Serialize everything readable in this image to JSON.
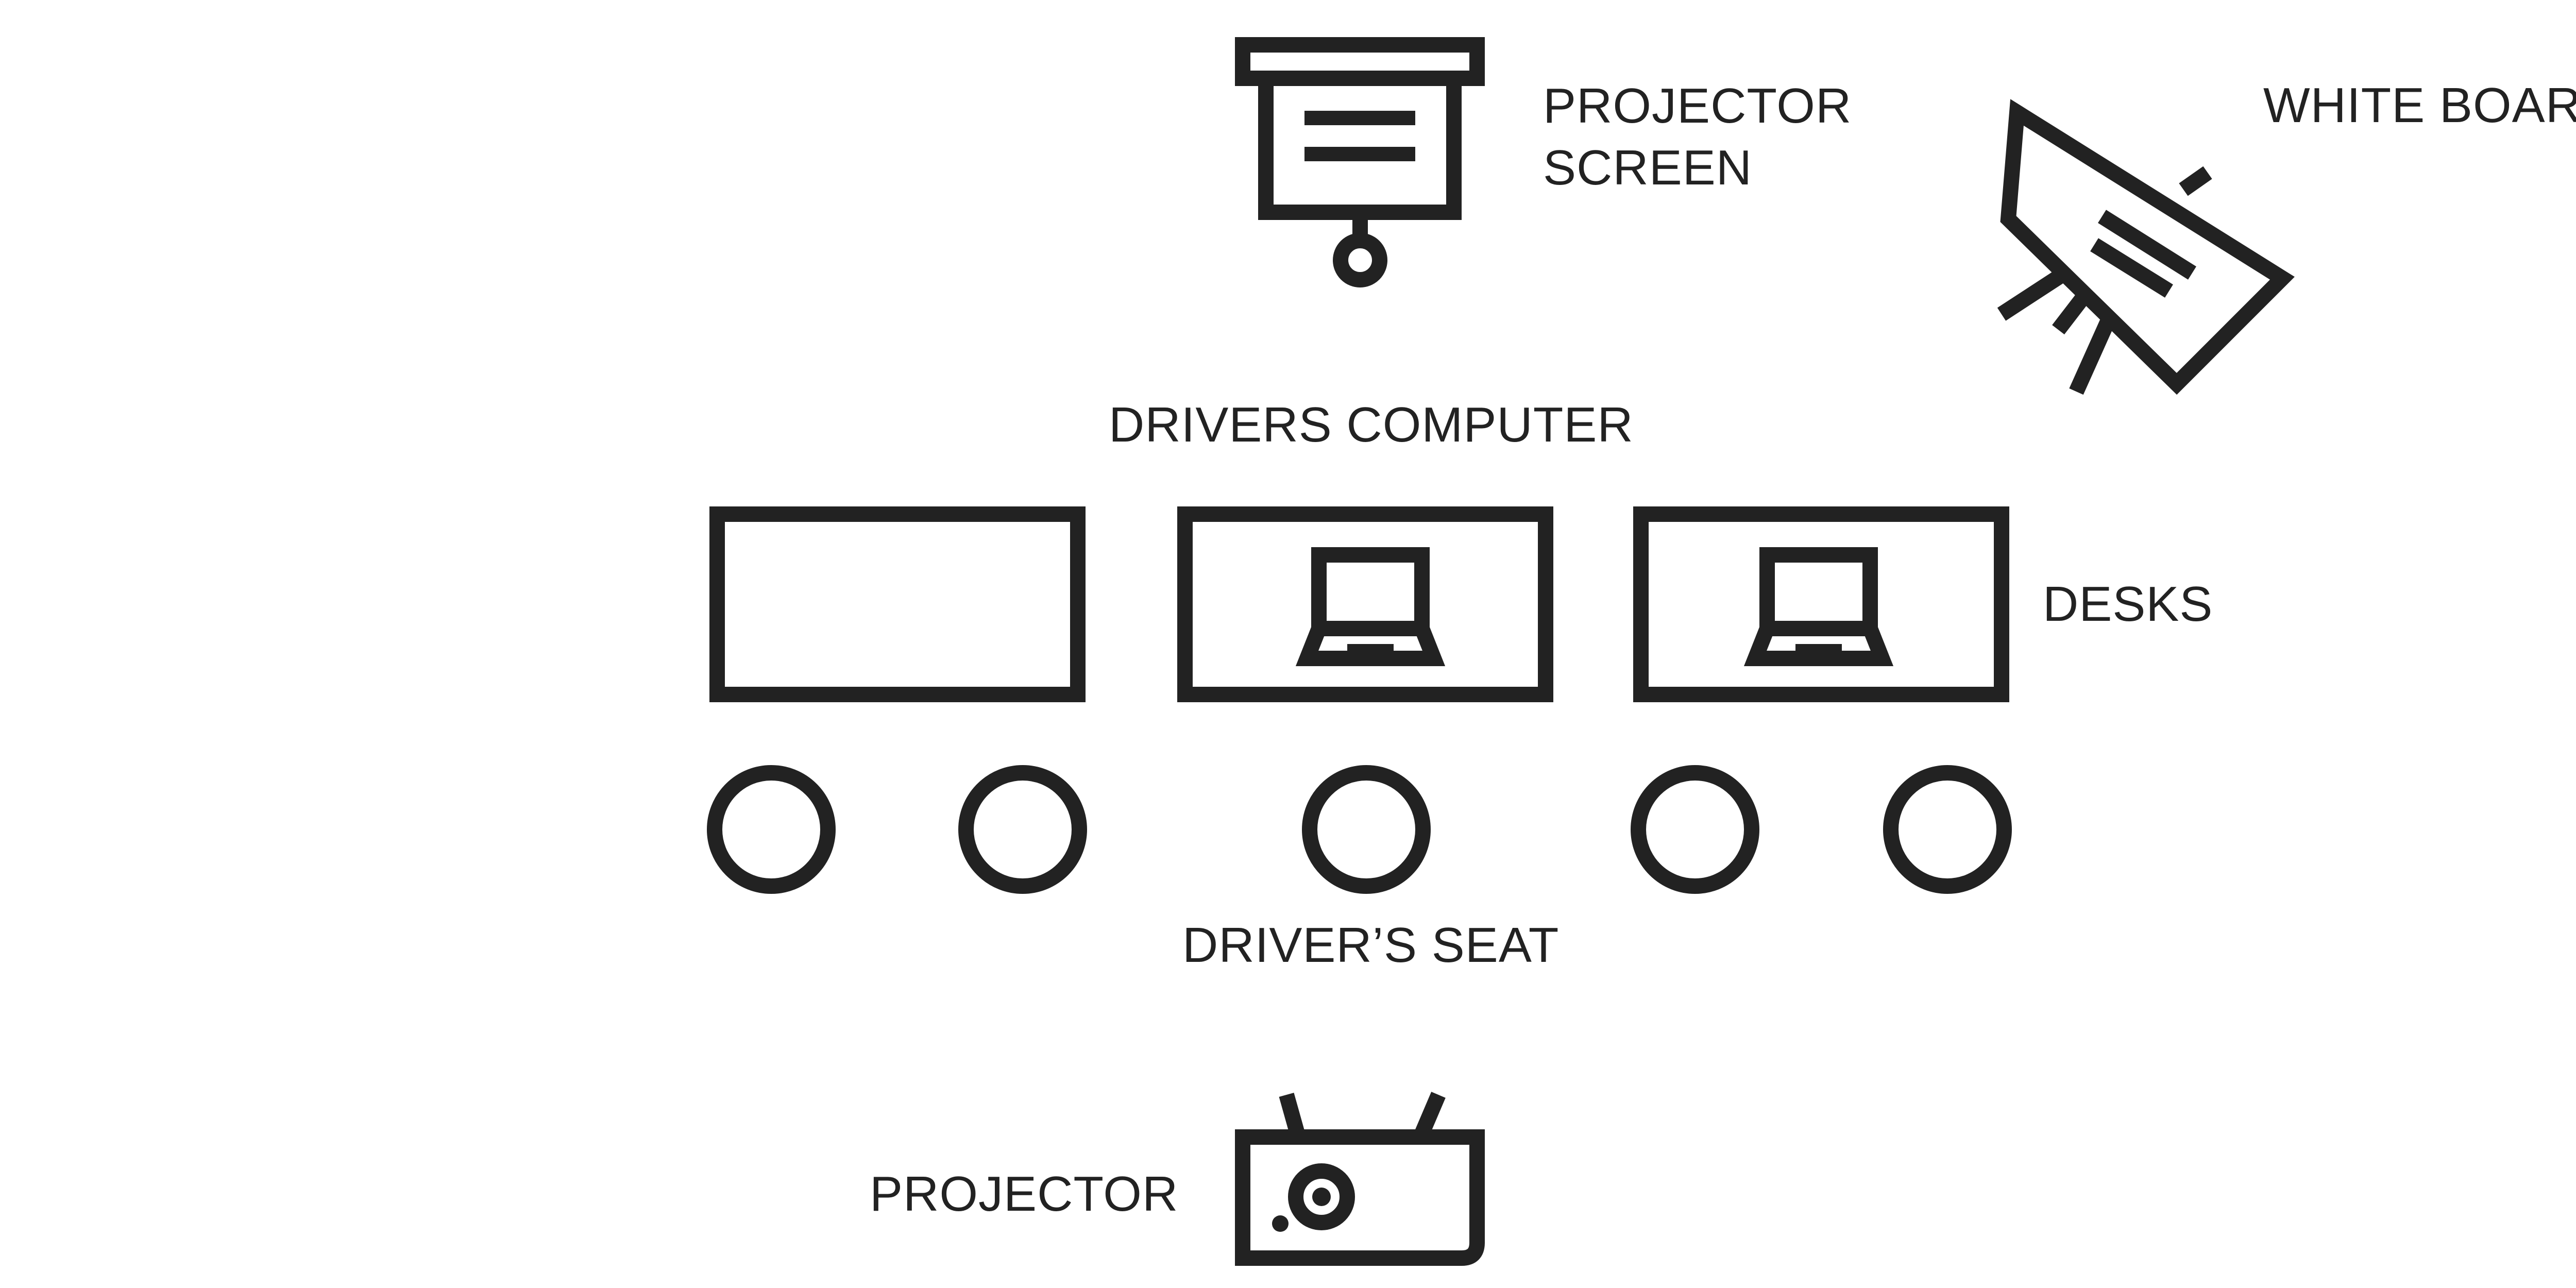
{
  "labels": {
    "projector_screen_line1": "PROJECTOR",
    "projector_screen_line2": "SCREEN",
    "white_board": "WHITE BOARD",
    "drivers_computer": "DRIVERS COMPUTER",
    "desks": "DESKS",
    "drivers_seat": "DRIVER’S SEAT",
    "projector": "PROJECTOR"
  },
  "icons": [
    "projector-screen-icon",
    "white-board-icon",
    "desk-icon",
    "laptop-icon",
    "seat-icon",
    "projector-icon"
  ],
  "colors": {
    "stroke": "#222222",
    "background": "#ffffff"
  }
}
